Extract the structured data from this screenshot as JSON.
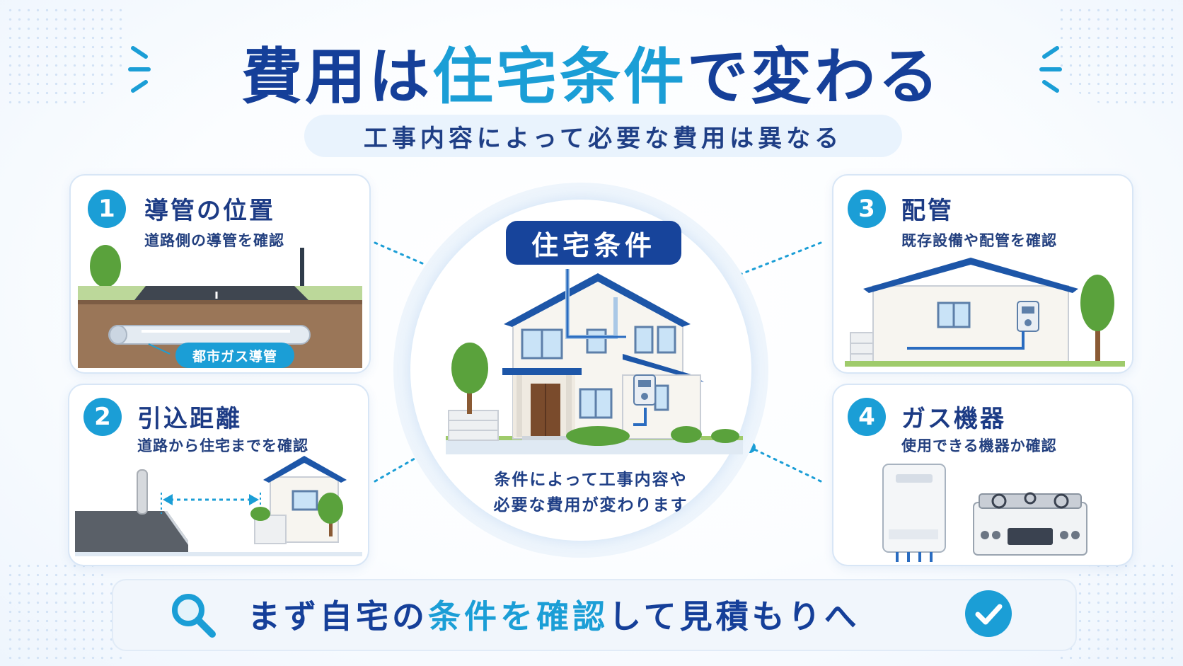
{
  "title": {
    "part1": "費用は",
    "part2": "住宅条件",
    "part3": "で変わる"
  },
  "subtitle": "工事内容によって必要な費用は異なる",
  "center": {
    "label": "住宅条件",
    "desc_line1": "条件によって工事内容や",
    "desc_line2": "必要な費用が変わります"
  },
  "cards": [
    {
      "number": "1",
      "title": "導管の位置",
      "desc": "道路側の導管を確認",
      "pipe_label": "都市ガス導管"
    },
    {
      "number": "2",
      "title": "引込距離",
      "desc": "道路から住宅までを確認"
    },
    {
      "number": "3",
      "title": "配管",
      "desc": "既存設備や配管を確認"
    },
    {
      "number": "4",
      "title": "ガス機器",
      "desc": "使用できる機器か確認"
    }
  ],
  "bottom": {
    "part1": "まず自宅の",
    "part2": "条件",
    "part3": "を",
    "part4": "確認",
    "part5": "して見積もりへ"
  },
  "icons": [
    "burst-lines-icon",
    "search-icon",
    "check-circle-icon",
    "house-icon",
    "tree-icon",
    "gas-meter-icon",
    "water-heater-icon",
    "gas-stove-icon",
    "road-icon",
    "pipe-icon",
    "distance-arrow-icon"
  ],
  "colors": {
    "navy": "#153f99",
    "accent": "#1b9ed6",
    "pill": "#e9f3fd",
    "center_label": "#17449b"
  }
}
